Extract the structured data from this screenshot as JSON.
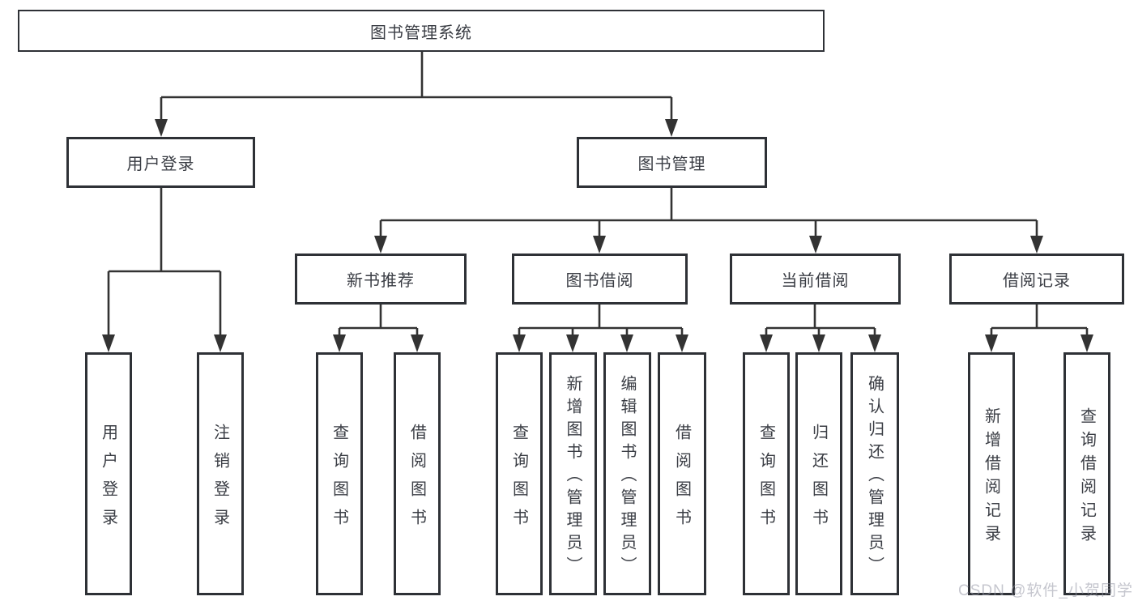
{
  "diagram_type": "hierarchy-tree",
  "colors": {
    "line": "#333333",
    "box_border": "#2e3136",
    "text": "#3a3d44",
    "watermark": "#9698a5"
  },
  "watermark": {
    "text": "CSDN @软件_小贺同学"
  },
  "tree": {
    "label": "图书管理系统",
    "children": [
      {
        "label": "用户登录",
        "children": [
          {
            "label": "用户登录"
          },
          {
            "label": "注销登录"
          }
        ]
      },
      {
        "label": "图书管理",
        "children": [
          {
            "label": "新书推荐",
            "children": [
              {
                "label": "查询图书"
              },
              {
                "label": "借阅图书"
              }
            ]
          },
          {
            "label": "图书借阅",
            "children": [
              {
                "label": "查询图书"
              },
              {
                "label": "新增图书（管理员）"
              },
              {
                "label": "编辑图书（管理员）"
              },
              {
                "label": "借阅图书"
              }
            ]
          },
          {
            "label": "当前借阅",
            "children": [
              {
                "label": "查询图书"
              },
              {
                "label": "归还图书"
              },
              {
                "label": "确认归还（管理员）"
              }
            ]
          },
          {
            "label": "借阅记录",
            "children": [
              {
                "label": "新增借阅记录"
              },
              {
                "label": "查询借阅记录"
              }
            ]
          }
        ]
      }
    ]
  }
}
